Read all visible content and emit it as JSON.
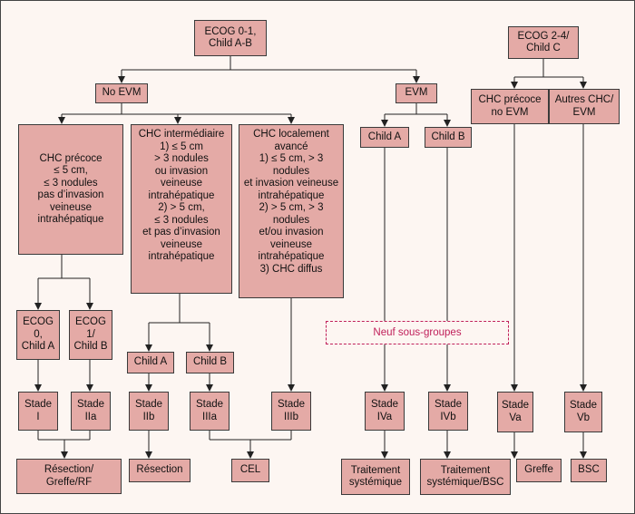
{
  "nodes": {
    "ecog01": "ECOG 0-1,\nChild A-B",
    "ecog24": "ECOG 2-4/\nChild C",
    "no_evm": "No EVM",
    "evm": "EVM",
    "chc_precoce_no_evm": "CHC précoce\nno EVM",
    "autres_chc": "Autres CHC/\nEVM",
    "chc_precoce": "CHC précoce\n≤ 5 cm,\n≤ 3 nodules\npas d’invasion\nveineuse\nintrahépatique",
    "chc_intermediaire": "CHC intermédiaire\n1) ≤ 5 cm\n> 3 nodules\nou  invasion\nveineuse\nintrahépatique\n2) > 5 cm,\n≤ 3 nodules\net pas d’invasion\nveineuse\nintrahépatique",
    "chc_localement": "CHC localement\navancé\n1) ≤ 5 cm, > 3 nodules\net invasion veineuse\nintrahépatique\n2) > 5 cm, > 3 nodules\net/ou invasion\nveineuse\nintrahépatique\n3) CHC diffus",
    "child_a_evm": "Child A",
    "child_b_evm": "Child B",
    "ecog0_child_a": "ECOG\n0,\nChild A",
    "ecog1_child_b": "ECOG\n1/\nChild B",
    "child_a_int": "Child A",
    "child_b_int": "Child B",
    "neuf_sous_groupes": "Neuf sous-groupes",
    "stade_i": "Stade\nI",
    "stade_iia": "Stade\nIIa",
    "stade_iib": "Stade\nIIb",
    "stade_iiia": "Stade\nIIIa",
    "stade_iiib": "Stade\nIIIb",
    "stade_iva": "Stade\nIVa",
    "stade_ivb": "Stade\nIVb",
    "stade_va": "Stade\nVa",
    "stade_vb": "Stade\nVb",
    "resection_greffe_rf": "Résection/\nGreffe/RF",
    "resection": "Résection",
    "cel": "CEL",
    "traitement_systemique": "Traitement\nsystémique",
    "traitement_systemique_bsc": "Traitement\nsystémique/BSC",
    "greffe": "Greffe",
    "bsc": "BSC"
  },
  "colors": {
    "box_fill": "#e4aaa6",
    "box_border": "#3a3a3a",
    "dashed_accent": "#c0205a",
    "background": "#fdf6f2"
  }
}
